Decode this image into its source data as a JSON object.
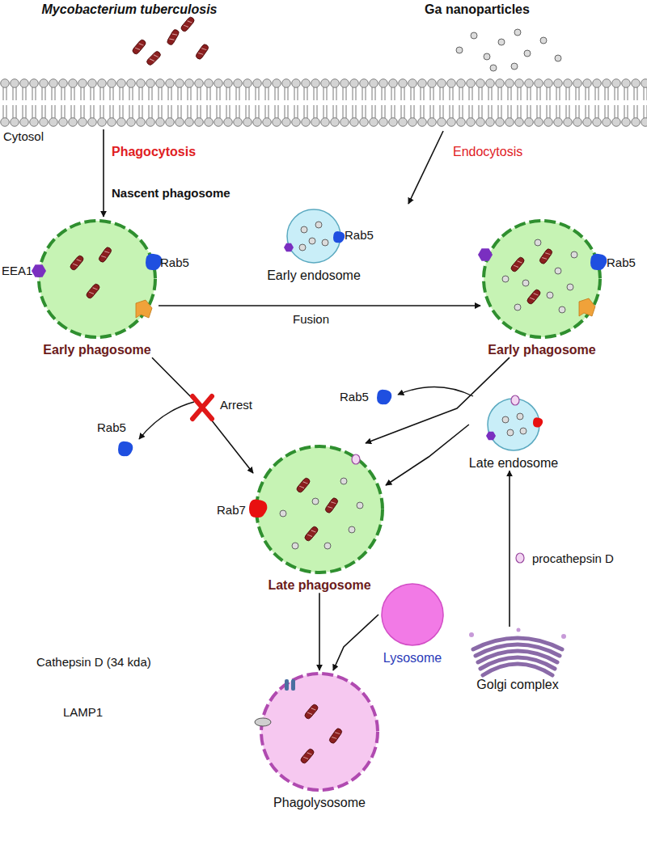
{
  "diagram": {
    "nodes": [
      {
        "text": [
          "Early phagosome"
        ]
      },
      {
        "text": [
          "Early endosome"
        ]
      },
      {
        "text": [
          "Early phagosome"
        ]
      },
      {
        "text": [
          "Late endosome"
        ]
      },
      {
        "text": [
          "Late phagosome"
        ]
      },
      {
        "text": [
          "Lysosome"
        ]
      },
      {
        "text": [
          "Golgi complex"
        ]
      },
      {
        "text": [
          "Phagolysosome"
        ]
      }
    ],
    "edges": [
      {
        "from": 0,
        "to": 2,
        "arrow": "to",
        "label": "Fusion"
      },
      {
        "from": 0,
        "to": 4,
        "arrow": "to",
        "label": "Arrest"
      },
      {
        "from": 2,
        "to": 4,
        "arrow": "to"
      },
      {
        "from": 3,
        "to": 4,
        "arrow": "to"
      },
      {
        "from": 6,
        "to": 3,
        "arrow": "to"
      },
      {
        "from": 4,
        "to": 7,
        "arrow": "to"
      },
      {
        "from": 5,
        "to": 7,
        "arrow": "to"
      }
    ],
    "labels": [
      "Mycobacterium tuberculosis",
      "Ga nanoparticles",
      "Cytosol",
      "Phagocytosis",
      "Nascent phagosome",
      "Endocytosis",
      "EEA1",
      "Rab5",
      "Rab5",
      "Rab5",
      "Rab5",
      "Rab5",
      "Rab7",
      "procathepsin D",
      "Cathepsin D (34 kda)",
      "LAMP1"
    ]
  }
}
